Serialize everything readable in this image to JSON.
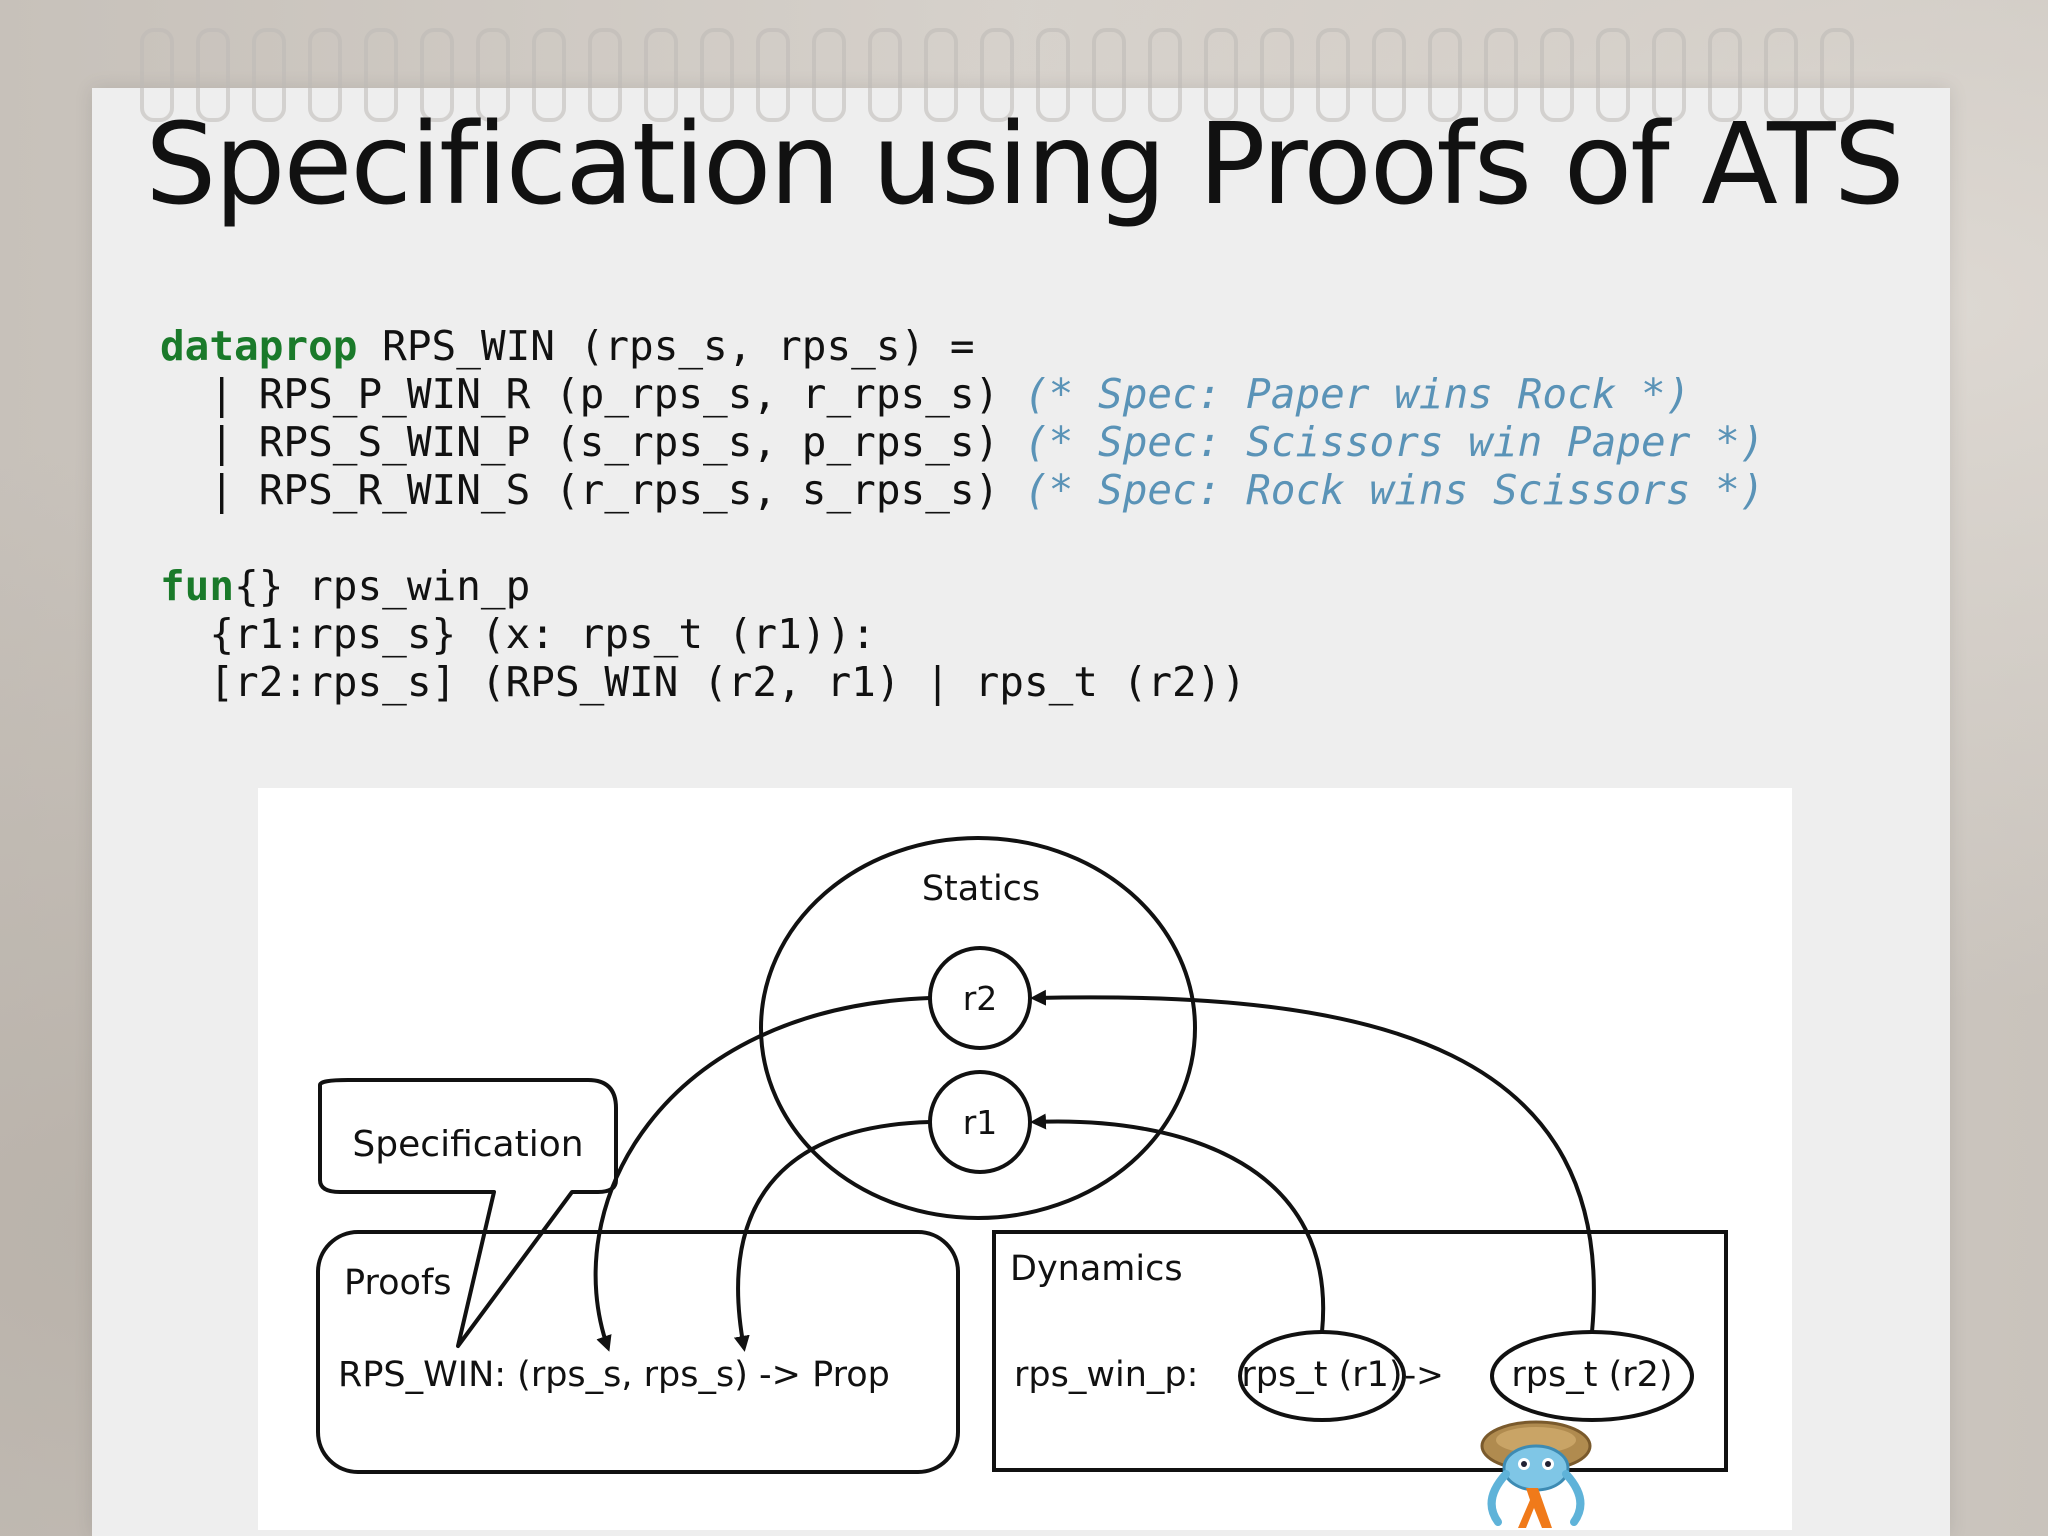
{
  "title": "Specification using Proofs of ATS",
  "code": {
    "line1": {
      "kw": "dataprop",
      "rest": " RPS_WIN (rps_s, rps_s) ="
    },
    "cases": [
      {
        "code": "  | RPS_P_WIN_R (p_rps_s, r_rps_s) ",
        "comment": "(* Spec: Paper wins Rock *)"
      },
      {
        "code": "  | RPS_S_WIN_P (s_rps_s, p_rps_s) ",
        "comment": "(* Spec: Scissors win Paper *)"
      },
      {
        "code": "  | RPS_R_WIN_S (r_rps_s, s_rps_s) ",
        "comment": "(* Spec: Rock wins Scissors *)"
      }
    ],
    "fun_line": {
      "kw": "fun",
      "rest": "{} rps_win_p"
    },
    "fun_lines": [
      "  {r1:rps_s} (x: rps_t (r1)):",
      "  [r2:rps_s] (RPS_WIN (r2, r1) | rps_t (r2))"
    ]
  },
  "diagram": {
    "statics_label": "Statics",
    "r2": "r2",
    "r1": "r1",
    "specification_label": "Specification",
    "proofs_label": "Proofs",
    "proofs_signature": "RPS_WIN: (rps_s, rps_s) -> Prop",
    "dynamics_label": "Dynamics",
    "rps_win_p_label": "rps_win_p:",
    "rps_t_r1": "rps_t (r1)",
    "arrow": "->",
    "rps_t_r2": "rps_t (r2)"
  },
  "colors": {
    "keyword": "#1a7a2a",
    "comment": "#5a93b7"
  },
  "icons": {
    "mascot": "ats-crab-logo-icon"
  }
}
